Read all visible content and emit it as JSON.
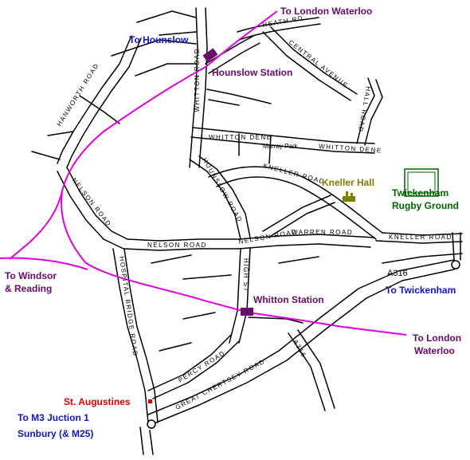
{
  "colors": {
    "rail": "#e100e1",
    "destination_label": "#1414c8",
    "station_label": "#6a0a6a",
    "station_marker": "#6a0a6a",
    "red_label": "#e00000",
    "kneller_hall": "#808000",
    "rugby_ground": "#006400"
  },
  "labels": {
    "to_london_waterloo_top": "To London Waterloo",
    "to_hounslow": "To Hounslow",
    "hounslow_station": "Hounslow Station",
    "kneller_hall": "Kneller Hall",
    "twickenham_rugby_line1": "Twickenham",
    "twickenham_rugby_line2": "Rugby Ground",
    "to_windsor_line1": "To Windsor",
    "to_windsor_line2": "& Reading",
    "whitton_station": "Whitton Station",
    "to_twickenham": "To Twickenham",
    "to_london_waterloo_line1": "To London",
    "to_london_waterloo_line2": "Waterloo",
    "st_augustines": "St. Augustines",
    "to_m3_line1": "To M3 Juction 1",
    "to_m3_line2": "Sunbury (& M25)"
  },
  "roads": {
    "heath_rd": "HEATH RD",
    "central_avenue": "CENTRAL AVENUE",
    "hall_road": "HALL ROAD",
    "whitton_road": "WHITTON ROAD",
    "hanworth_road": "HANWORTH ROAD",
    "whitton_dene": "WHITTON DENE",
    "whitton_dene_east": "WHITTON DENE",
    "murray_park": "Murray Park",
    "hounslow_road": "HOUNSLOW ROAD",
    "kneller_road": "KNELLER ROAD",
    "kneller_road_east": "KNELLER ROAD",
    "nelson_road": "NELSON ROAD",
    "nelson_road_mid": "NELSON ROAD",
    "nelson_road_east": "NELSON ROAD",
    "warren_road": "WARREN ROAD",
    "hospital_bridge_road": "HOSPITAL BRIDGE ROAD",
    "high_st": "HIGH ST",
    "percy_road": "PERCY ROAD",
    "great_chertsey_road": "GREAT CHERTSEY ROAD",
    "a316": "A316",
    "a316_lower": "A316"
  }
}
